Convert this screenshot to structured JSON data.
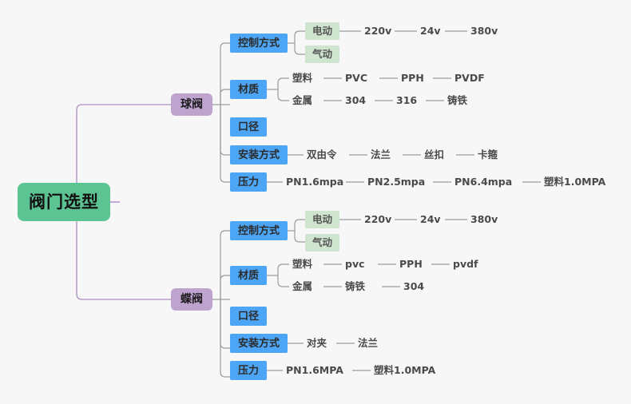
{
  "title": "阀门选型",
  "colors": {
    "background": "#f7f7f7",
    "root": "#5cc392",
    "valve": "#bfa3cf",
    "attribute": "#4da6f5",
    "option": "#cfe5cf",
    "wire_root": "#b9a0cc",
    "wire": "#9a9a9a",
    "text_dark": "#111111",
    "text_leaf": "#4a4a4a"
  },
  "root": {
    "label": "阀门选型"
  },
  "branches": [
    {
      "label": "球阀",
      "attributes": [
        {
          "label": "控制方式",
          "options": [
            {
              "label": "电动",
              "leaves": [
                "220v",
                "24v",
                "380v"
              ]
            },
            {
              "label": "气动",
              "leaves": []
            }
          ],
          "leaves": []
        },
        {
          "label": "材质",
          "options": [],
          "sublists": [
            {
              "label": "塑料",
              "leaves": [
                "PVC",
                "PPH",
                "PVDF"
              ]
            },
            {
              "label": "金属",
              "leaves": [
                "304",
                "316",
                "铸铁"
              ]
            }
          ],
          "leaves": []
        },
        {
          "label": "口径",
          "options": [],
          "leaves": []
        },
        {
          "label": "安装方式",
          "options": [],
          "leaves": [
            "双由令",
            "法兰",
            "丝扣",
            "卡箍"
          ]
        },
        {
          "label": "压力",
          "options": [],
          "leaves": [
            "PN1.6mpa",
            "PN2.5mpa",
            "PN6.4mpa",
            "塑料1.0MPA"
          ]
        }
      ]
    },
    {
      "label": "蝶阀",
      "attributes": [
        {
          "label": "控制方式",
          "options": [
            {
              "label": "电动",
              "leaves": [
                "220v",
                "24v",
                "380v"
              ]
            },
            {
              "label": "气动",
              "leaves": []
            }
          ],
          "leaves": []
        },
        {
          "label": "材质",
          "options": [],
          "sublists": [
            {
              "label": "塑料",
              "leaves": [
                "pvc",
                "PPH",
                "pvdf"
              ]
            },
            {
              "label": "金属",
              "leaves": [
                "铸铁",
                "304"
              ]
            }
          ],
          "leaves": []
        },
        {
          "label": "口径",
          "options": [],
          "leaves": []
        },
        {
          "label": "安装方式",
          "options": [],
          "leaves": [
            "对夹",
            "法兰"
          ]
        },
        {
          "label": "压力",
          "options": [],
          "leaves": [
            "PN1.6MPA",
            "塑料1.0MPA"
          ]
        }
      ]
    }
  ]
}
